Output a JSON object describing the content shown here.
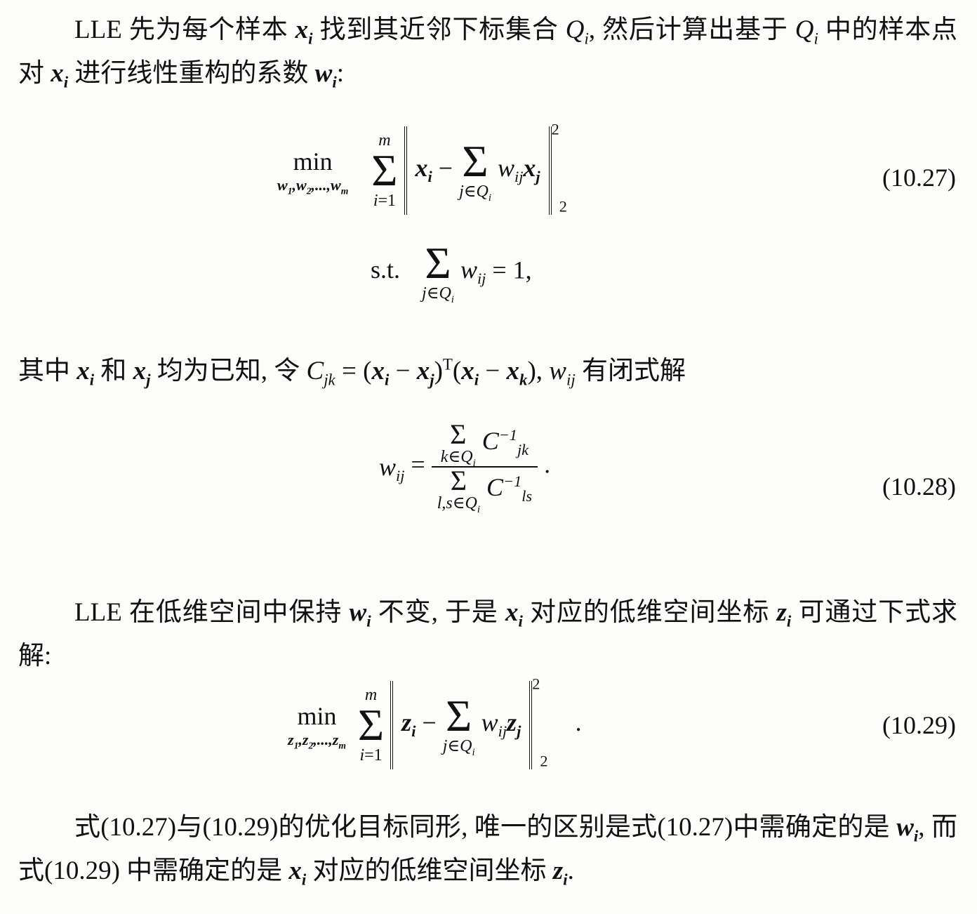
{
  "paragraphs": {
    "p1_lead": "LLE 先为每个样本",
    "p1_mid1": "找到其近邻下标集合",
    "p1_mid2": ", 然后计算出基于",
    "p1_mid3": "中的样本点对",
    "p1_mid4": "进行线性重构的系数",
    "p2_lead": "其中",
    "p2_and": "和",
    "p2_mid": "均为已知, 令",
    "p2_tail": "有闭式解",
    "p3_lead": "LLE 在低维空间中保持",
    "p3_mid1": "不变, 于是",
    "p3_mid2": "对应的低维空间坐标",
    "p3_tail": "可通过下式求解:",
    "p4_lead": "式(10.27)与(10.29)的优化目标同形, 唯一的区别是式(10.27)中需确定的是",
    "p4_mid": ", 而式(10.29) 中需确定的是",
    "p4_tail": "对应的低维空间坐标"
  },
  "equations": {
    "eq1_number": "(10.27)",
    "eq2_number": "(10.28)",
    "eq3_number": "(10.29)",
    "min": "min",
    "st": "s.t.",
    "eq1_min_sub": "w1,w2,...,wm",
    "eq3_min_sub": "z1,z2,...,zm"
  }
}
